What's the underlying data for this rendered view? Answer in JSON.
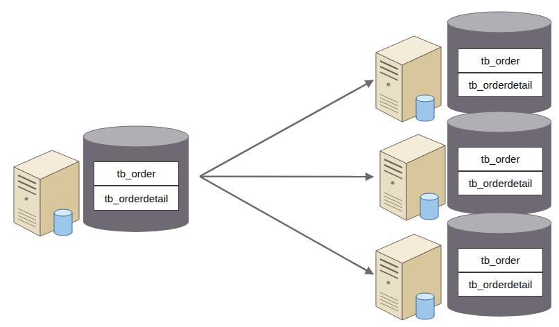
{
  "diagram": {
    "nodes": [
      {
        "text": []
      },
      {
        "text": [
          "tb_order"
        ],
        "in": 0
      },
      {
        "text": [
          "tb_orderdetail"
        ],
        "in": 0
      },
      {
        "text": []
      },
      {
        "text": [
          "tb_order"
        ],
        "in": 3
      },
      {
        "text": [
          "tb_orderdetail"
        ],
        "in": 3
      },
      {
        "text": []
      },
      {
        "text": [
          "tb_order"
        ],
        "in": 6
      },
      {
        "text": [
          "tb_orderdetail"
        ],
        "in": 6
      },
      {
        "text": []
      },
      {
        "text": [
          "tb_order"
        ],
        "in": 9
      },
      {
        "text": [
          "tb_orderdetail"
        ],
        "in": 9
      }
    ],
    "edges": [
      {
        "from": 0,
        "to": 3,
        "arrow": "to"
      },
      {
        "from": 0,
        "to": 6,
        "arrow": "to"
      },
      {
        "from": 0,
        "to": 9,
        "arrow": "to"
      }
    ]
  }
}
